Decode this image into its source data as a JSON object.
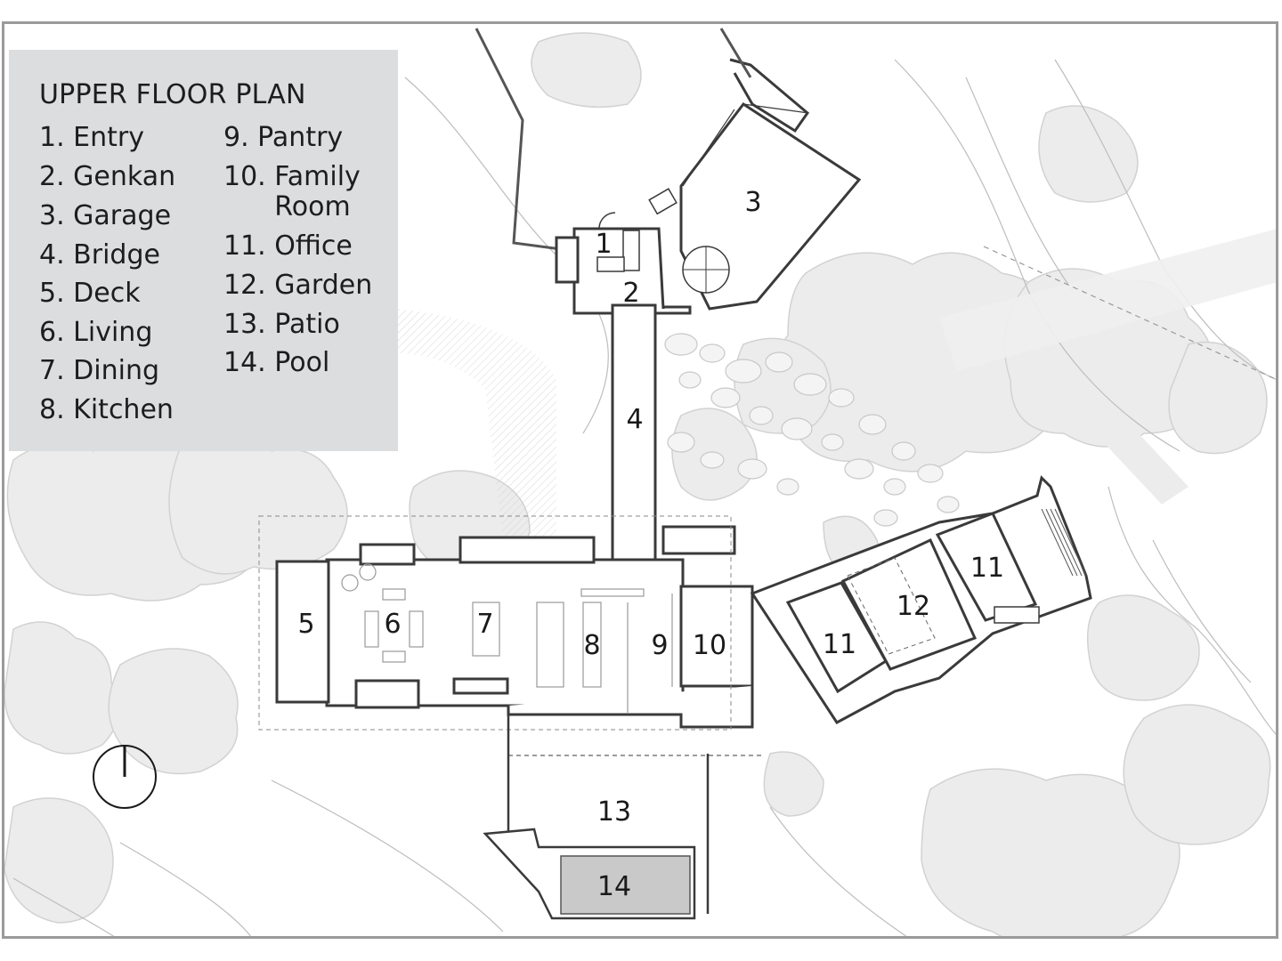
{
  "legend": {
    "title": "UPPER FLOOR PLAN",
    "col1": [
      {
        "num": "1.",
        "label": "Entry"
      },
      {
        "num": "2.",
        "label": "Genkan"
      },
      {
        "num": "3.",
        "label": "Garage"
      },
      {
        "num": "4.",
        "label": "Bridge"
      },
      {
        "num": "5.",
        "label": "Deck"
      },
      {
        "num": "6.",
        "label": "Living"
      },
      {
        "num": "7.",
        "label": "Dining"
      },
      {
        "num": "8.",
        "label": "Kitchen"
      }
    ],
    "col2": [
      {
        "num": "9.",
        "label": "Pantry"
      },
      {
        "num": "10.",
        "label": "Family",
        "label2": "Room"
      },
      {
        "num": "11.",
        "label": "Office"
      },
      {
        "num": "12.",
        "label": "Garden"
      },
      {
        "num": "13.",
        "label": "Patio"
      },
      {
        "num": "14.",
        "label": "Pool"
      }
    ]
  },
  "plan_labels": {
    "entry": "1",
    "genkan": "2",
    "garage": "3",
    "bridge": "4",
    "deck": "5",
    "living": "6",
    "dining": "7",
    "kitchen": "8",
    "pantry": "9",
    "family_room": "10",
    "office_left": "11",
    "office_right": "11",
    "garden": "12",
    "patio": "13",
    "pool": "14"
  },
  "colors": {
    "legend_bg": "#dcdddf",
    "frame": "#9a9a9a",
    "wall": "#3a3a3a",
    "tree": "#e6e6e6",
    "pool": "#c9c9c9"
  },
  "icons": {
    "north_arrow": "north-arrow-icon"
  }
}
